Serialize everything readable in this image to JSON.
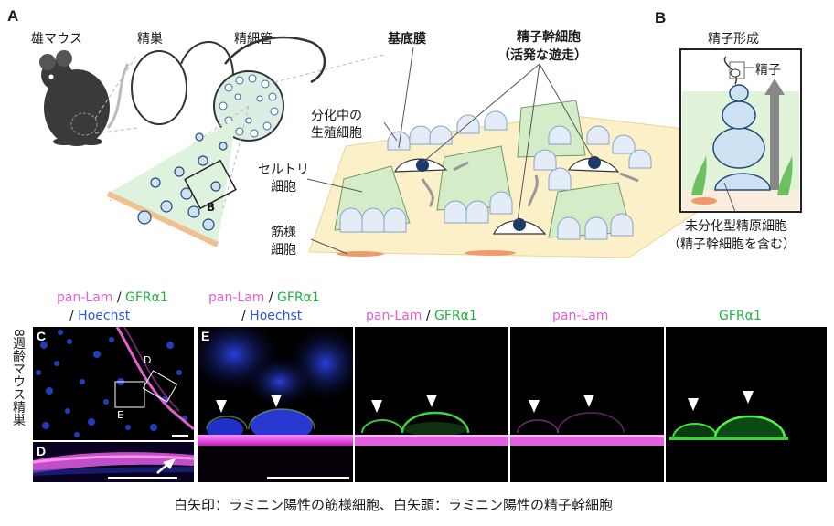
{
  "panelA": {
    "letter": "A",
    "mouse_label": "雄マウス",
    "testis_label": "精巣",
    "tubule_label": "精細管",
    "basement_membrane": "基底膜",
    "ssc_line1": "精子幹細胞",
    "ssc_line2": "（活発な遊走）",
    "germ_line1": "分化中の",
    "germ_line2": "生殖細胞",
    "sertoli_line1": "セルトリ",
    "sertoli_line2": "細胞",
    "myoid_line1": "筋様",
    "myoid_line2": "細胞",
    "box_label": "B"
  },
  "panelB": {
    "letter": "B",
    "title": "精子形成",
    "sperm": "精子",
    "undiff_line1": "未分化型精原細胞",
    "undiff_line2": "（精子幹細胞を含む）"
  },
  "panelC": {
    "letter": "C",
    "header_line1_part1": "pan-Lam",
    "header_sep": " / ",
    "header_line1_part2": "GFRα1",
    "header_line2_sep": "/ ",
    "header_line2": "Hoechst",
    "side_label": "8週齢マウス精巣",
    "box_D": "D",
    "box_E": "E"
  },
  "panelD": {
    "letter": "D"
  },
  "panelE": {
    "letter": "E",
    "header_line1_part1": "pan-Lam",
    "header_sep": " / ",
    "header_line1_part2": "GFRα1",
    "header_line2_sep": "/ ",
    "header_line2": "Hoechst",
    "col2_part1": "pan-Lam",
    "col2_sep": " / ",
    "col2_part2": "GFRα1",
    "col3": "pan-Lam",
    "col4": "GFRα1"
  },
  "caption": "白矢印：ラミニン陽性の筋様細胞、白矢頭：ラミニン陽性の精子幹細胞",
  "colors": {
    "magenta": "#e060d0",
    "green": "#22b040",
    "blue": "#2a55d8"
  }
}
